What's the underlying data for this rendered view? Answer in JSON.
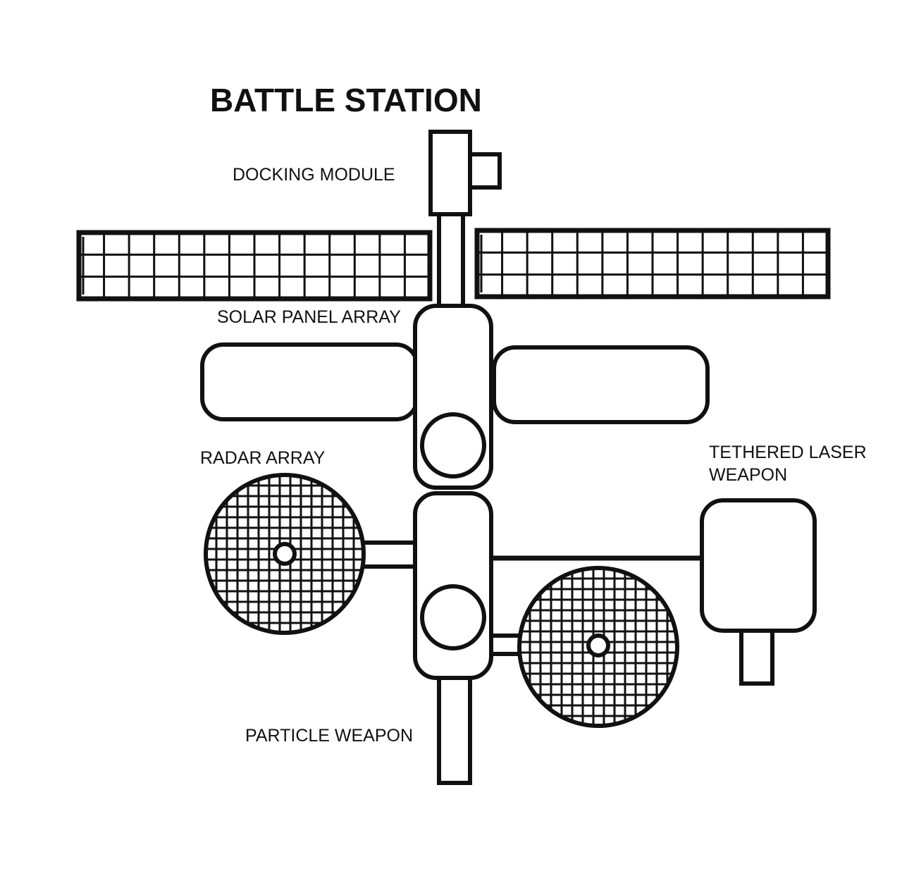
{
  "title": "BATTLE STATION",
  "labels": {
    "docking_module": "DOCKING MODULE",
    "solar_panel_array": "SOLAR PANEL ARRAY",
    "radar_array": "RADAR ARRAY",
    "tethered_laser_line1": "TETHERED LASER",
    "tethered_laser_line2": "WEAPON",
    "particle_weapon": "PARTICLE WEAPON"
  },
  "colors": {
    "stroke": "#111111",
    "fill": "#ffffff"
  }
}
